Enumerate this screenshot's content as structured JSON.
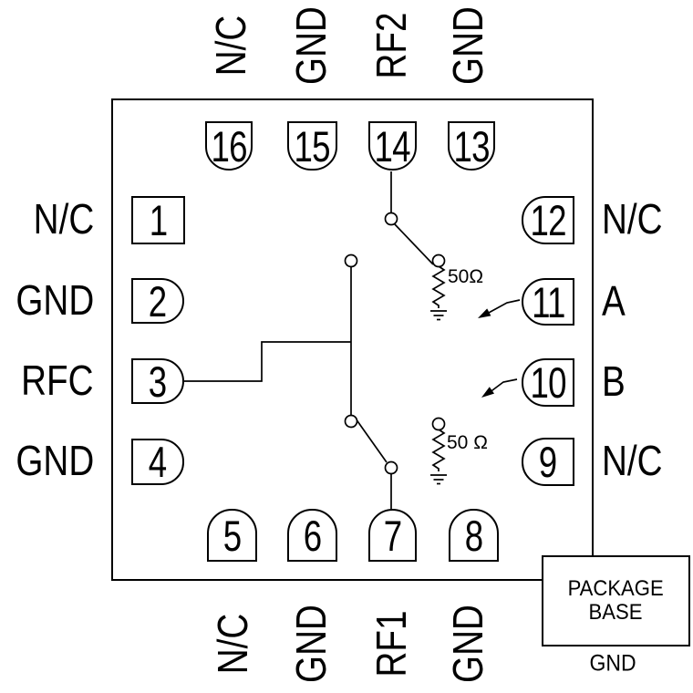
{
  "pins": {
    "top": [
      {
        "number": "16",
        "label": "N/C"
      },
      {
        "number": "15",
        "label": "GND"
      },
      {
        "number": "14",
        "label": "RF2"
      },
      {
        "number": "13",
        "label": "GND"
      }
    ],
    "left": [
      {
        "number": "1",
        "label": "N/C"
      },
      {
        "number": "2",
        "label": "GND"
      },
      {
        "number": "3",
        "label": "RFC"
      },
      {
        "number": "4",
        "label": "GND"
      }
    ],
    "right": [
      {
        "number": "12",
        "label": "N/C"
      },
      {
        "number": "11",
        "label": "A"
      },
      {
        "number": "10",
        "label": "B"
      },
      {
        "number": "9",
        "label": "N/C"
      }
    ],
    "bottom": [
      {
        "number": "5",
        "label": "N/C"
      },
      {
        "number": "6",
        "label": "GND"
      },
      {
        "number": "7",
        "label": "RF1"
      },
      {
        "number": "8",
        "label": "GND"
      }
    ]
  },
  "schematic": {
    "termination_top_label": "50Ω",
    "termination_bottom_label": "50 Ω"
  },
  "package_base": {
    "line1": "PACKAGE",
    "line2": "BASE",
    "ground_label": "GND"
  },
  "colors": {
    "line": "#000000",
    "background": "#ffffff"
  }
}
